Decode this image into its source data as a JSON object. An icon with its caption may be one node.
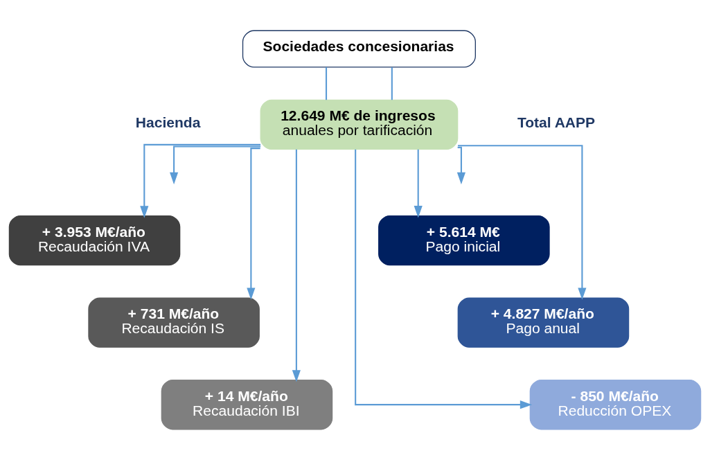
{
  "diagram": {
    "nodes": [
      {
        "text": [
          "Sociedades concesionarias"
        ]
      },
      {
        "text": [
          "12.649 M€ de ingresos",
          "anuales por tarificación"
        ]
      },
      {
        "text": [
          "+ 3.953 M€/año",
          "Recaudación IVA"
        ]
      },
      {
        "text": [
          "+ 731 M€/año",
          "Recaudación IS"
        ]
      },
      {
        "text": [
          "+ 14 M€/año",
          "Recaudación IBI"
        ]
      },
      {
        "text": [
          "+ 5.614 M€",
          "Pago inicial"
        ]
      },
      {
        "text": [
          "+ 4.827 M€/año",
          "Pago anual"
        ]
      },
      {
        "text": [
          "- 850 M€/año",
          "Reducción OPEX"
        ]
      }
    ],
    "edges": [
      {
        "from": 0,
        "to": 1,
        "arrow": "none"
      },
      {
        "from": 0,
        "to": 1,
        "arrow": "none"
      },
      {
        "from": 1,
        "to": null,
        "arrow": "to"
      },
      {
        "from": 1,
        "to": null,
        "arrow": "to"
      },
      {
        "from": 1,
        "to": 2,
        "arrow": "to"
      },
      {
        "from": 1,
        "to": 3,
        "arrow": "to"
      },
      {
        "from": 1,
        "to": 4,
        "arrow": "to"
      },
      {
        "from": 1,
        "to": 5,
        "arrow": "to"
      },
      {
        "from": 1,
        "to": 6,
        "arrow": "to"
      },
      {
        "from": 1,
        "to": 7,
        "arrow": "to"
      }
    ],
    "labels": [
      "Hacienda",
      "Total AAPP"
    ]
  }
}
